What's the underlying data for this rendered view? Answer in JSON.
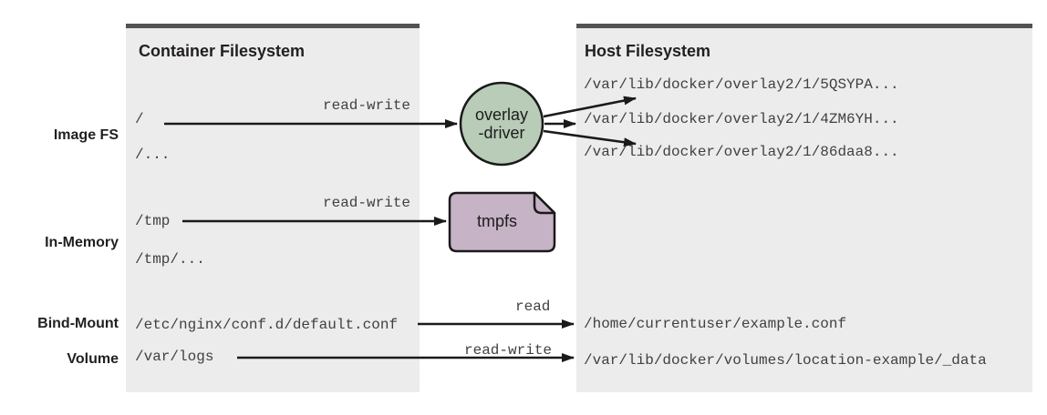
{
  "diagram": {
    "left_panel": {
      "title": "Container Filesystem",
      "groups": {
        "image_fs": {
          "label": "Image FS",
          "path1": "/",
          "path2": "/..."
        },
        "in_memory": {
          "label": "In-Memory",
          "path1": "/tmp",
          "path2": "/tmp/..."
        },
        "bind_mount": {
          "label": "Bind-Mount",
          "path": "/etc/nginx/conf.d/default.conf"
        },
        "volume": {
          "label": "Volume",
          "path": "/var/logs"
        }
      }
    },
    "right_panel": {
      "title": "Host Filesystem",
      "overlay_paths": [
        "/var/lib/docker/overlay2/1/5QSYPA...",
        "/var/lib/docker/overlay2/1/4ZM6YH...",
        "/var/lib/docker/overlay2/1/86daa8..."
      ],
      "bind_path": "/home/currentuser/example.conf",
      "volume_path": "/var/lib/docker/volumes/location-example/_data"
    },
    "nodes": {
      "overlay_driver": {
        "label_line1": "overlay",
        "label_line2": "-driver",
        "fill": "#b8ccb8"
      },
      "tmpfs": {
        "label": "tmpfs",
        "fill": "#c6b3c5"
      }
    },
    "arrow_labels": {
      "image_fs": "read-write",
      "in_memory": "read-write",
      "bind_mount": "read",
      "volume": "read-write"
    },
    "colors": {
      "panel_bg": "#ececec",
      "panel_top_bar": "#525254",
      "arrow": "#1a1a1a",
      "mono_text": "#414042"
    }
  }
}
